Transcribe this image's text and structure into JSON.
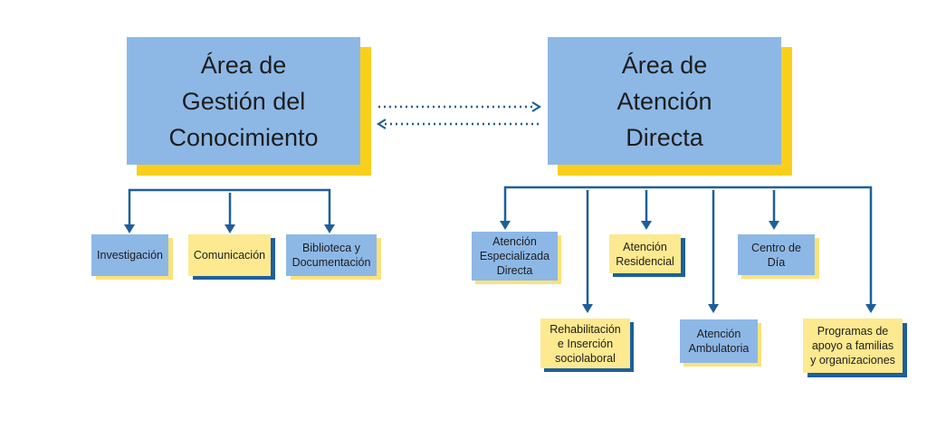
{
  "main_boxes": {
    "knowledge": {
      "label": "Área de\nGestión del\nConocimiento"
    },
    "direct": {
      "label": "Área de\nAtención\nDirecta"
    }
  },
  "knowledge_children": [
    {
      "label": "Investigación"
    },
    {
      "label": "Comunicación"
    },
    {
      "label": "Biblioteca y\nDocumentación"
    }
  ],
  "direct_children": [
    {
      "label": "Atención\nEspecializada\nDirecta"
    },
    {
      "label": "Atención\nResidencial"
    },
    {
      "label": "Centro de\nDía"
    },
    {
      "label": "Rehabilitación\ne Inserción\nsociolaboral"
    },
    {
      "label": "Atención\nAmbulatoria"
    },
    {
      "label": "Programas de\napoyo a familias\ny organizaciones"
    }
  ],
  "colors": {
    "box_blue": "#8db8e6",
    "box_yellow": "#fde98f",
    "accent_yellow": "#f9cf1b",
    "accent_blue": "#1d5f9b",
    "line_blue": "#1d5f9b"
  }
}
